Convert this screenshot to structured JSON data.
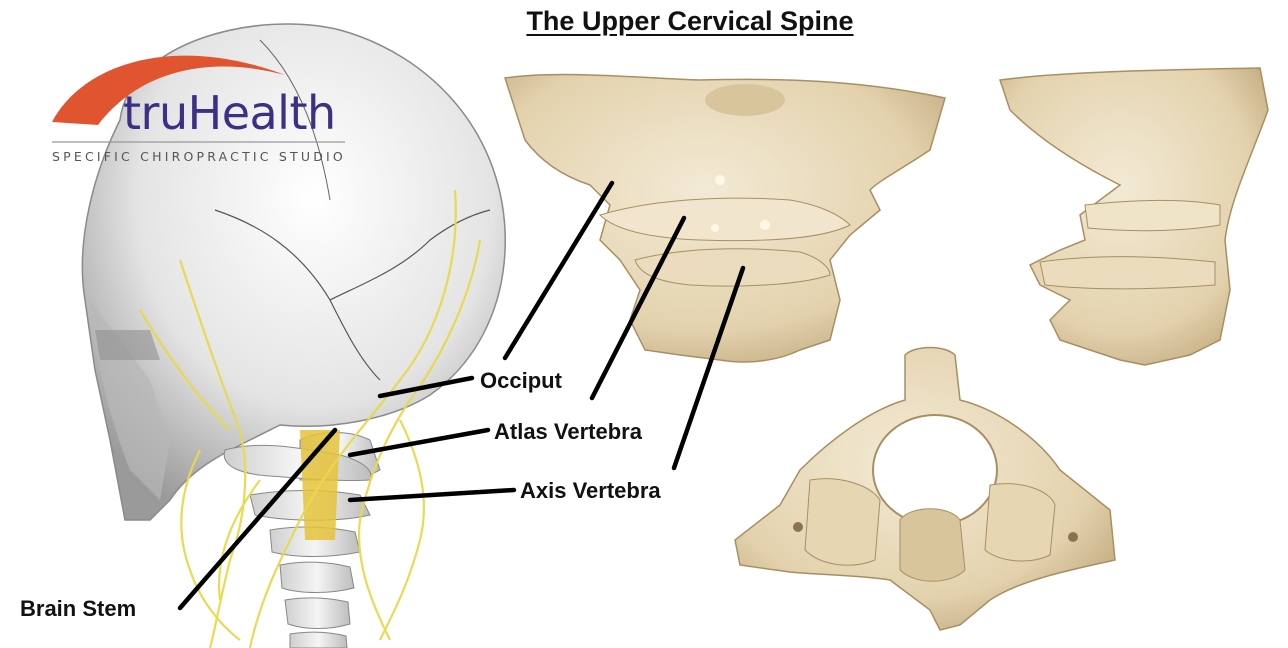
{
  "title": "The Upper Cervical Spine",
  "logo": {
    "brand": "truHealth",
    "tagline": "SPECIFIC CHIROPRACTIC STUDIO",
    "arc_color": "#e0552f",
    "text_color": "#3d2f85"
  },
  "labels": {
    "occiput": "Occiput",
    "atlas": "Atlas Vertebra",
    "axis": "Axis Vertebra",
    "brain_stem": "Brain Stem"
  },
  "colors": {
    "bone": "#e9dcc0",
    "bone_shadow": "#c9b48e",
    "skull": "#e6e6e6",
    "nerve": "#e8d94a",
    "spinal_cord": "#e5c23a",
    "leader": "#000000"
  }
}
